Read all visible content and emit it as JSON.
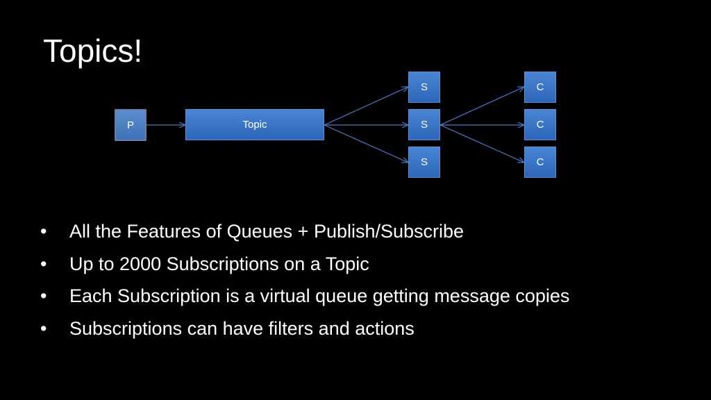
{
  "slide": {
    "title": "Topics!"
  },
  "diagram": {
    "publisher_label": "P",
    "topic_label": "Topic",
    "subscriptions": [
      "S",
      "S",
      "S"
    ],
    "consumers": [
      "C",
      "C",
      "C"
    ],
    "colors": {
      "node_fill": "#3a74c6",
      "node_border": "#5f8fd0",
      "arrow": "#4a7cc8",
      "background": "#000000"
    }
  },
  "bullets": {
    "marker": "•",
    "items": [
      "All the Features of Queues + Publish/Subscribe",
      "Up to 2000 Subscriptions on a Topic",
      "Each Subscription is a virtual queue getting message copies",
      "Subscriptions can have filters and actions"
    ]
  }
}
